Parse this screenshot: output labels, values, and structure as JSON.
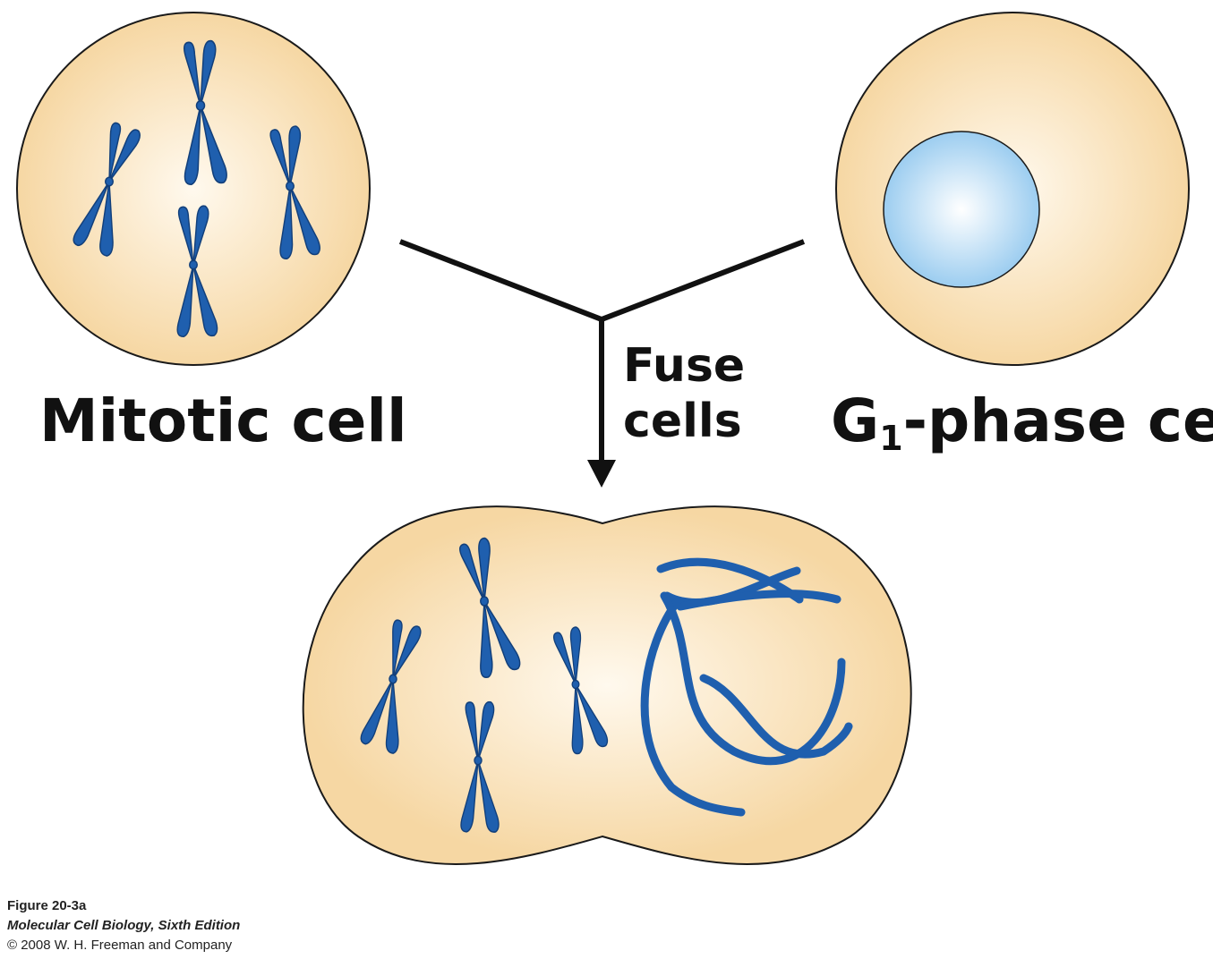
{
  "labels": {
    "mitotic": "Mitotic cell",
    "g1_prefix": "G",
    "g1_sub": "1",
    "g1_suffix": "-phase cell",
    "fuse_line1": "Fuse",
    "fuse_line2": "cells"
  },
  "caption": {
    "figure": "Figure 20-3a",
    "book": "Molecular Cell Biology, Sixth Edition",
    "copyright": "© 2008 W. H. Freeman and Company"
  },
  "colors": {
    "cytoplasm_center": "#fff8ea",
    "cytoplasm_edge": "#f7d9a6",
    "chromosome": "#1f5fae",
    "chromosome_outline": "#123f7a",
    "nucleus_center": "#ffffff",
    "nucleus_edge": "#9fcff0",
    "line": "#111111"
  }
}
